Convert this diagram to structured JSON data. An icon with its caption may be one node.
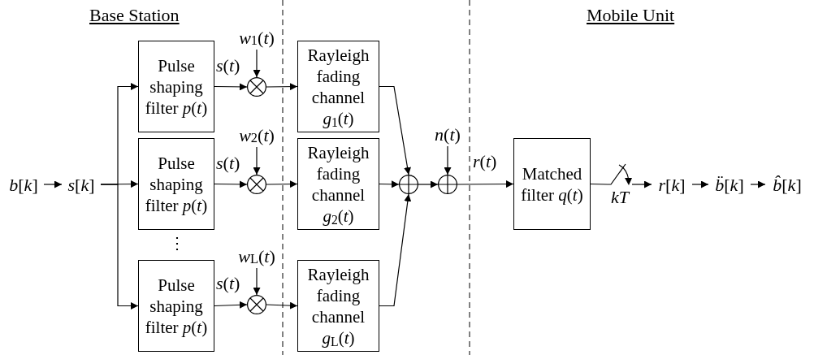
{
  "diagram": {
    "nodes": [
      {
        "text": [
          "*b*[*k*]"
        ]
      },
      {
        "text": [
          "*s*[*k*]"
        ]
      },
      {
        "text": [
          "Pulse shaping filter *p*(*t*)"
        ]
      },
      {
        "text": [
          "Pulse shaping filter *p*(*t*)"
        ]
      },
      {
        "text": [
          "Pulse shaping filter *p*(*t*)"
        ]
      },
      {
        "text": [],
        "shape": "circle"
      },
      {
        "text": [],
        "shape": "circle"
      },
      {
        "text": [],
        "shape": "circle"
      },
      {
        "text": [
          "*w*$_{1}$(*t*)"
        ]
      },
      {
        "text": [
          "*w*$_{2}$(*t*)"
        ]
      },
      {
        "text": [
          "*w*$_{L}$(*t*)"
        ]
      },
      {
        "text": [
          "Rayleigh fading channel *g*$_{1}$(*t*)"
        ]
      },
      {
        "text": [
          "Rayleigh fading channel *g*$_{2}$(*t*)"
        ]
      },
      {
        "text": [
          "Rayleigh fading channel *g*$_{L}$(*t*)"
        ]
      },
      {
        "text": [],
        "shape": "circle"
      },
      {
        "text": [],
        "shape": "circle"
      },
      {
        "text": [
          "*n*(*t*)"
        ]
      },
      {
        "text": [
          "Matched filter *q*(*t*)"
        ]
      },
      {
        "text": [],
        "shape": "switch",
        "beside": [
          "*kT*"
        ]
      },
      {
        "text": [
          "*r*[*k*]"
        ]
      },
      {
        "text": [
          "*b̈*[*k*]"
        ]
      },
      {
        "text": [
          "*b̂*[*k*]"
        ]
      }
    ],
    "edges": [
      {
        "from": 0,
        "to": 1,
        "arrow": "to"
      },
      {
        "from": 1,
        "to": 2,
        "arrow": "to"
      },
      {
        "from": 1,
        "to": 3,
        "arrow": "to"
      },
      {
        "from": 1,
        "to": 4,
        "arrow": "to"
      },
      {
        "from": 2,
        "to": 5,
        "arrow": "to",
        "label": "*s*(*t*)"
      },
      {
        "from": 3,
        "to": 6,
        "arrow": "to",
        "label": "*s*(*t*)"
      },
      {
        "from": 4,
        "to": 7,
        "arrow": "to",
        "label": "*s*(*t*)"
      },
      {
        "from": 8,
        "to": 5,
        "arrow": "to"
      },
      {
        "from": 9,
        "to": 6,
        "arrow": "to"
      },
      {
        "from": 10,
        "to": 7,
        "arrow": "to"
      },
      {
        "from": 5,
        "to": 11,
        "arrow": "to"
      },
      {
        "from": 6,
        "to": 12,
        "arrow": "to"
      },
      {
        "from": 7,
        "to": 13,
        "arrow": "to"
      },
      {
        "from": 11,
        "to": 14,
        "arrow": "to"
      },
      {
        "from": 12,
        "to": 14,
        "arrow": "to"
      },
      {
        "from": 13,
        "to": 14,
        "arrow": "to"
      },
      {
        "from": 14,
        "to": 15,
        "arrow": "to"
      },
      {
        "from": 16,
        "to": 15,
        "arrow": "to"
      },
      {
        "from": 15,
        "to": 17,
        "arrow": "to",
        "label": "*r*(*t*)"
      },
      {
        "from": 17,
        "to": 18,
        "arrow": "none"
      },
      {
        "from": 18,
        "to": 19,
        "arrow": "to"
      },
      {
        "from": 19,
        "to": 20,
        "arrow": "to"
      },
      {
        "from": 20,
        "to": 21,
        "arrow": "to"
      }
    ],
    "labels": [
      "Base Station",
      "Mobile Unit",
      "⋮"
    ]
  }
}
